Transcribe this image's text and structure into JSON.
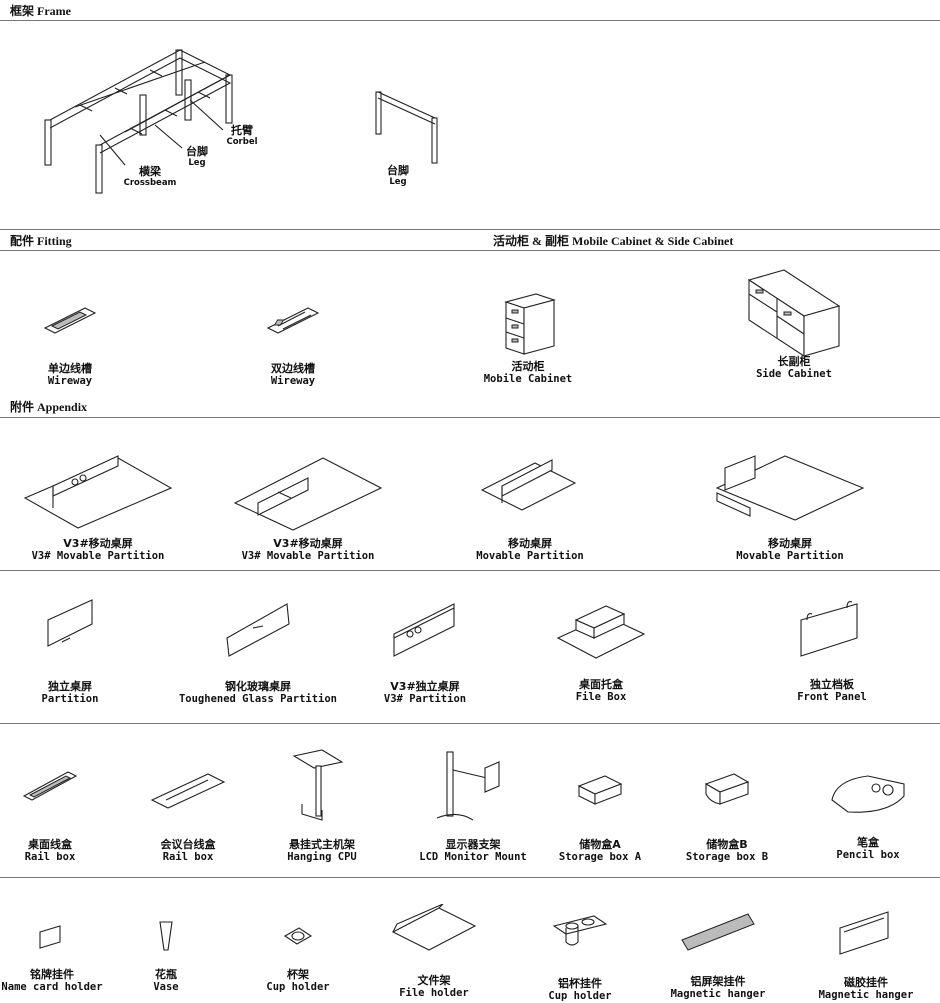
{
  "sections": {
    "frame": "框架 Frame",
    "fitting": "配件 Fitting",
    "cabinet": "活动柜 & 副柜  Mobile Cabinet & Side Cabinet",
    "appendix": "附件 Appendix"
  },
  "frame_labels": {
    "crossbeam_zh": "横梁",
    "crossbeam_en": "Crossbeam",
    "leg_zh": "台脚",
    "leg_en": "Leg",
    "corbel_zh": "托臂",
    "corbel_en": "Corbel",
    "leg2_zh": "台脚",
    "leg2_en": "Leg"
  },
  "fitting_items": [
    {
      "zh": "单边线槽",
      "en": "Wireway"
    },
    {
      "zh": "双边线槽",
      "en": "Wireway"
    }
  ],
  "cabinet_items": [
    {
      "zh": "活动柜",
      "en": "Mobile Cabinet"
    },
    {
      "zh": "长副柜",
      "en": "Side Cabinet"
    }
  ],
  "appendix_row1": [
    {
      "zh": "V3#移动桌屏",
      "en": "V3# Movable Partition"
    },
    {
      "zh": "V3#移动桌屏",
      "en": "V3# Movable Partition"
    },
    {
      "zh": "移动桌屏",
      "en": "Movable Partition"
    },
    {
      "zh": "移动桌屏",
      "en": "Movable Partition"
    }
  ],
  "appendix_row2": [
    {
      "zh": "独立桌屏",
      "en": "Partition"
    },
    {
      "zh": "钢化玻璃桌屏",
      "en": "Toughened Glass Partition"
    },
    {
      "zh": "V3#独立桌屏",
      "en": "V3# Partition"
    },
    {
      "zh": "桌面托盒",
      "en": "File Box"
    },
    {
      "zh": "独立档板",
      "en": "Front Panel"
    }
  ],
  "appendix_row3": [
    {
      "zh": "桌面线盒",
      "en": "Rail box"
    },
    {
      "zh": "会议台线盒",
      "en": "Rail box"
    },
    {
      "zh": "悬挂式主机架",
      "en": "Hanging CPU"
    },
    {
      "zh": "显示器支架",
      "en": "LCD Monitor Mount"
    },
    {
      "zh": "储物盒A",
      "en": "Storage box A"
    },
    {
      "zh": "储物盒B",
      "en": "Storage box B"
    },
    {
      "zh": "笔盒",
      "en": "Pencil box"
    }
  ],
  "appendix_row4": [
    {
      "zh": "铭牌挂件",
      "en": "Name card holder"
    },
    {
      "zh": "花瓶",
      "en": "Vase"
    },
    {
      "zh": "杯架",
      "en": "Cup holder"
    },
    {
      "zh": "文件架",
      "en": "File holder"
    },
    {
      "zh": "铝杯挂件",
      "en": "Cup holder"
    },
    {
      "zh": "铝屏架挂件",
      "en": "Magnetic hanger"
    },
    {
      "zh": "磁胶挂件",
      "en": "Magnetic hanger"
    }
  ]
}
